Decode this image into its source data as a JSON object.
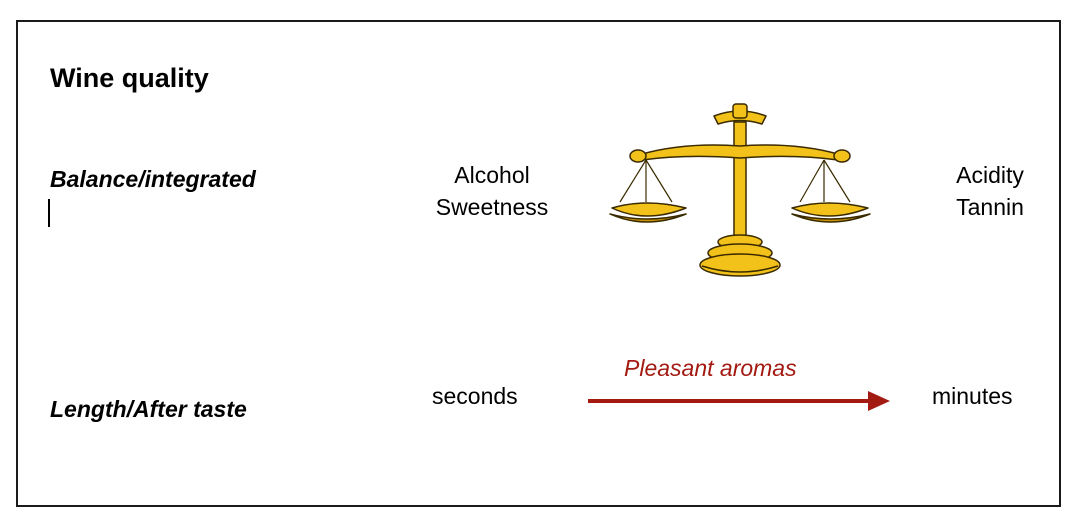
{
  "title": "Wine quality",
  "rows": {
    "balance_label": "Balance/integrated",
    "length_label": "Length/After taste"
  },
  "balance": {
    "left": [
      "Alcohol",
      "Sweetness"
    ],
    "right": [
      "Acidity",
      "Tannin"
    ]
  },
  "length": {
    "start": "seconds",
    "arrow_label": "Pleasant aromas",
    "end": "minutes"
  },
  "colors": {
    "accent": "#a31a12",
    "gold": "#f2c21a",
    "gold_dark": "#c89406",
    "outline": "#3a2a00",
    "border": "#1a1a1a"
  },
  "icons": {
    "balance": "balance-scale-icon"
  }
}
